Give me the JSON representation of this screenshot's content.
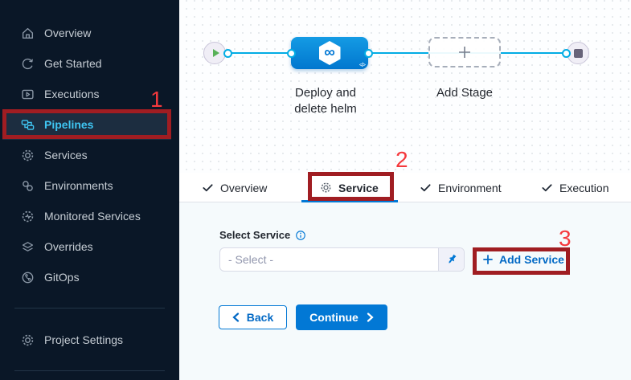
{
  "sidebar": {
    "items": [
      {
        "label": "Overview",
        "icon": "home",
        "active": false
      },
      {
        "label": "Get Started",
        "icon": "get-started",
        "active": false
      },
      {
        "label": "Executions",
        "icon": "executions",
        "active": false
      },
      {
        "label": "Pipelines",
        "icon": "pipelines",
        "active": true
      },
      {
        "label": "Services",
        "icon": "services",
        "active": false
      },
      {
        "label": "Environments",
        "icon": "environments",
        "active": false
      },
      {
        "label": "Monitored Services",
        "icon": "monitored-services",
        "active": false
      },
      {
        "label": "Overrides",
        "icon": "overrides",
        "active": false
      },
      {
        "label": "GitOps",
        "icon": "gitops",
        "active": false
      }
    ],
    "footer_items": [
      {
        "label": "Project Settings",
        "icon": "settings",
        "active": false
      }
    ]
  },
  "pipeline": {
    "stage_name": "Deploy and delete helm",
    "add_stage_label": "Add Stage",
    "code_glyph": "</>",
    "stage_icon": "∞"
  },
  "tabs": [
    {
      "label": "Overview",
      "icon": "check",
      "active": false
    },
    {
      "label": "Service",
      "icon": "gear",
      "active": true
    },
    {
      "label": "Environment",
      "icon": "check",
      "active": false
    },
    {
      "label": "Execution",
      "icon": "check",
      "active": false
    }
  ],
  "form": {
    "select_service_label": "Select Service",
    "select_placeholder": "- Select -",
    "add_service_label": "Add Service",
    "back_label": "Back",
    "continue_label": "Continue"
  },
  "annotations": {
    "step1": "1",
    "step2": "2",
    "step3": "3"
  },
  "colors": {
    "sidebar_bg": "#0a1727",
    "active_cyan": "#3fc6f3",
    "flow_cyan": "#02ace4",
    "primary_blue": "#0278d5",
    "annotation_red": "#a01d22",
    "annotation_num_red": "#f5393d"
  }
}
